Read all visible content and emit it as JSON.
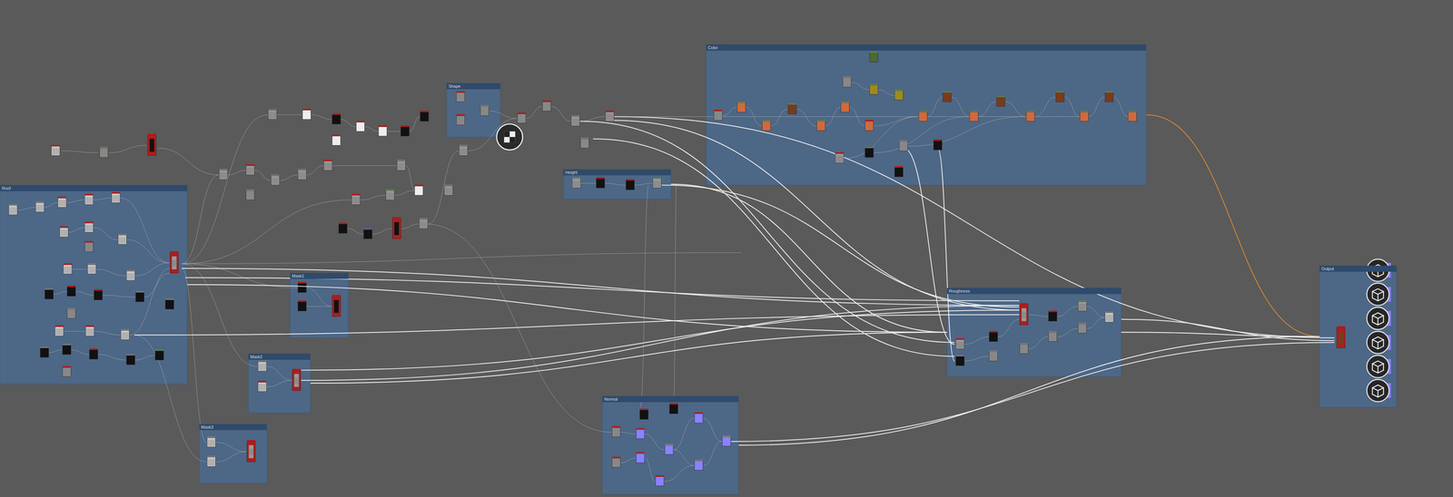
{
  "diagram": {
    "nodes": [
      {
        "text": [
          "Color"
        ]
      },
      {
        "text": [
          "Shape"
        ]
      },
      {
        "text": [
          "Height"
        ]
      },
      {
        "text": [
          "Roof"
        ]
      },
      {
        "text": [
          "Mask1"
        ]
      },
      {
        "text": [
          "Mask2"
        ]
      },
      {
        "text": [
          "Mask3"
        ]
      },
      {
        "text": [
          "Roughness"
        ]
      },
      {
        "text": [
          "Normal"
        ]
      },
      {
        "text": [
          "Output"
        ]
      }
    ],
    "edges": [
      {
        "from": 0,
        "to": 9,
        "arrow": "none"
      },
      {
        "from": 7,
        "to": 9,
        "arrow": "none"
      },
      {
        "from": 8,
        "to": 9,
        "arrow": "none"
      },
      {
        "from": 3,
        "to": 7,
        "arrow": "none"
      },
      {
        "from": 5,
        "to": 7,
        "arrow": "none"
      },
      {
        "from": 2,
        "to": 7,
        "arrow": "none"
      }
    ]
  }
}
